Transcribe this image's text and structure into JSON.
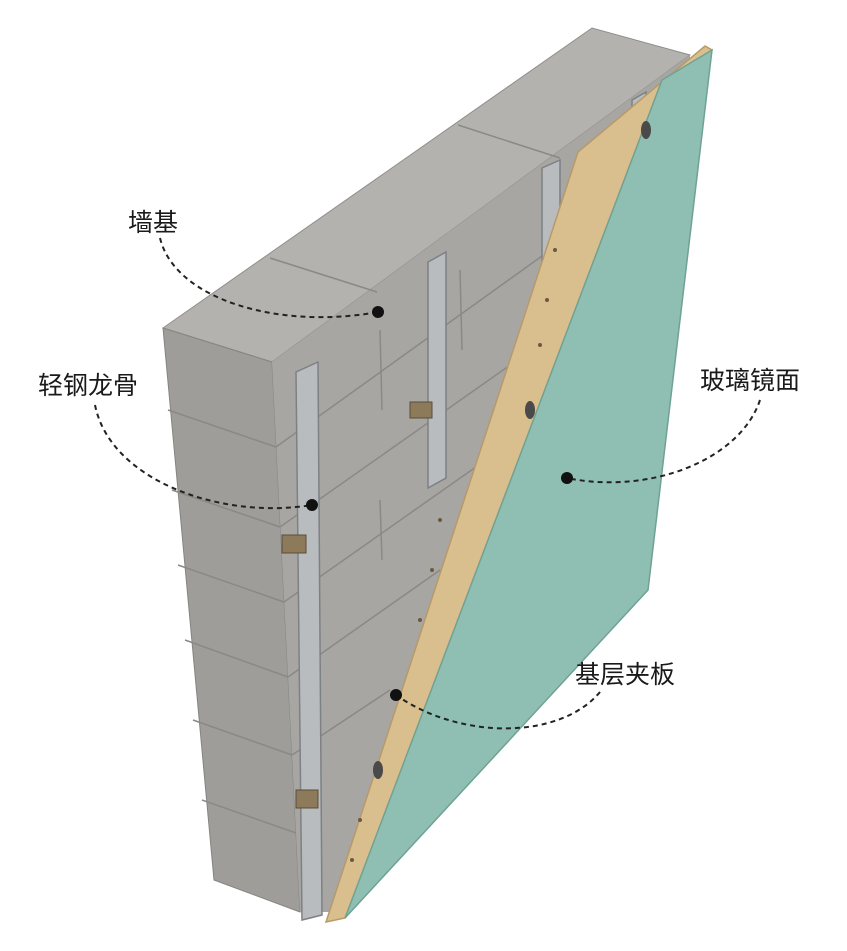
{
  "labels": {
    "wall_base": "墙基",
    "light_steel_keel": "轻钢龙骨",
    "glass_mirror": "玻璃镜面",
    "base_plywood": "基层夹板"
  },
  "colors": {
    "concrete_top": "#b3b2ae",
    "concrete_side": "#9e9d99",
    "concrete_front": "#a7a6a2",
    "steel": "#b9bcbf",
    "plywood": "#d9be8e",
    "glass": "#8fbfb2",
    "leader": "#222222"
  }
}
